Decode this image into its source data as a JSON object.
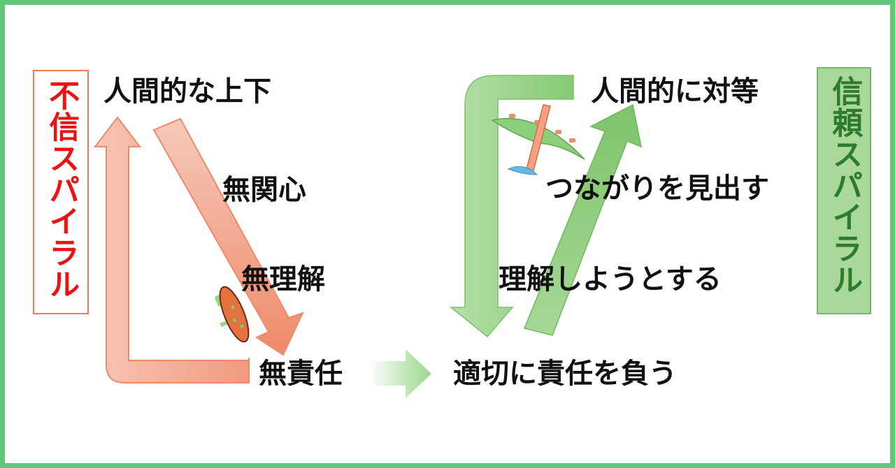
{
  "colors": {
    "frame": "#5ec77a",
    "distrust_text": "#ee1111",
    "distrust_arrow": "#f2a58e",
    "trust_arrow": "#94cf85",
    "trust_box": "#a9d99a",
    "trust_text": "#2e7a2e"
  },
  "distrust_spiral": {
    "title": "不信スパイラル",
    "top": "人間的な上下",
    "step1": "無関心",
    "step2": "無理解",
    "bottom": "無責任"
  },
  "trust_spiral": {
    "title": "信頼スパイラル",
    "top": "人間的に対等",
    "step1": "つながりを見出す",
    "step2": "理解しようとする",
    "bottom": "適切に責任を負う"
  },
  "icons": {
    "distrust": "sinking-submarine-icon",
    "trust": "rising-airplane-icon",
    "transition": "right-arrow-icon"
  }
}
